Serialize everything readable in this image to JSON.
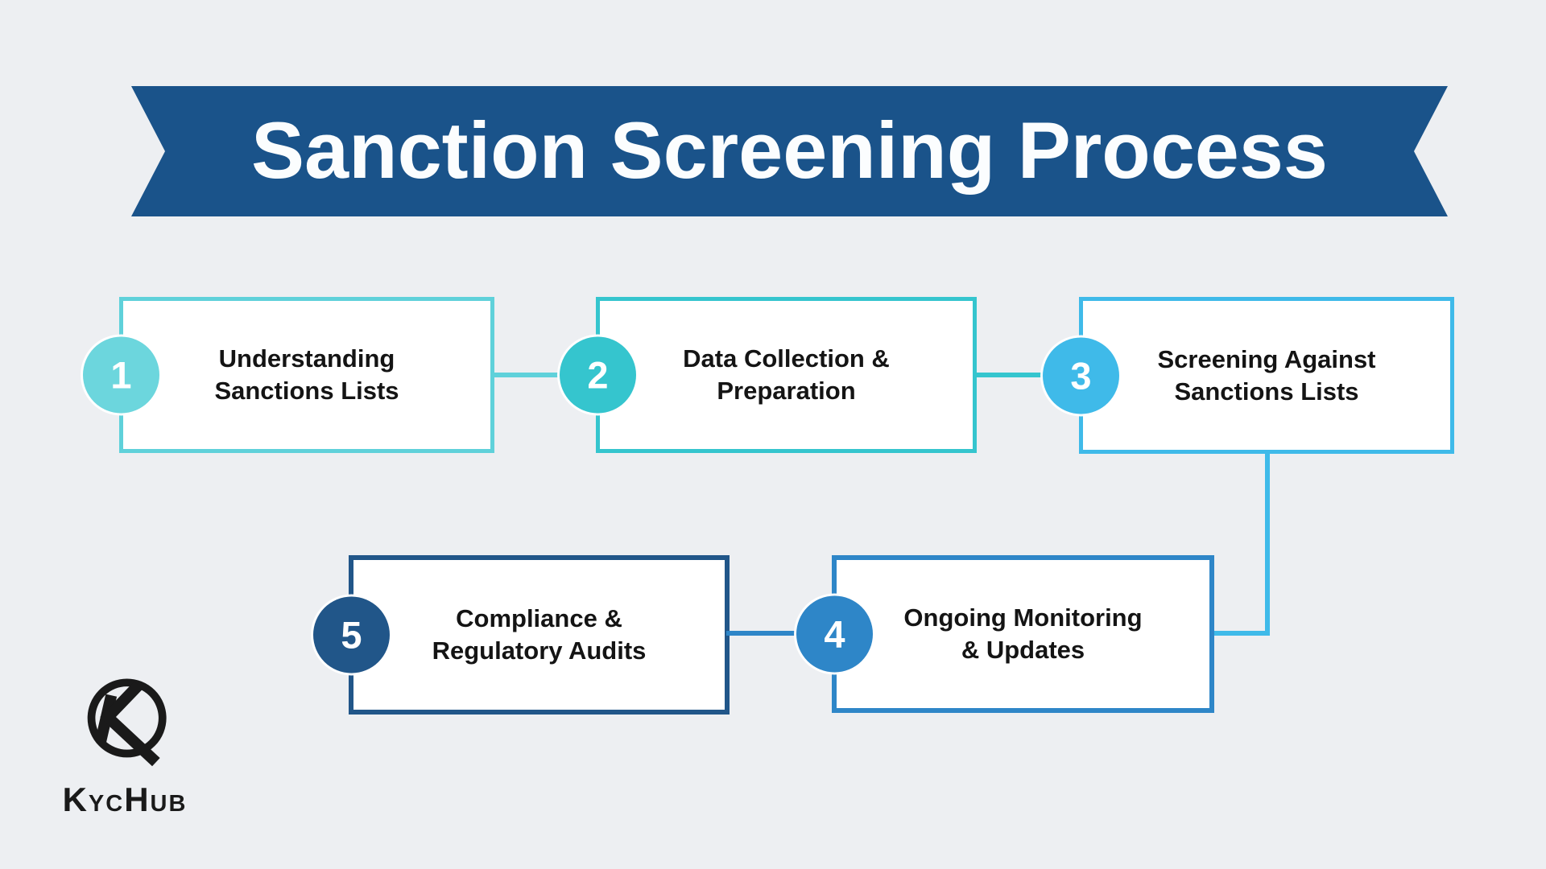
{
  "title": {
    "text": "Sanction Screening Process"
  },
  "steps": [
    {
      "number": "1",
      "line1": "Understanding",
      "line2": "Sanctions Lists",
      "color": "#5FD1DA",
      "circle_color": "#6CD6DD"
    },
    {
      "number": "2",
      "line1": "Data Collection &",
      "line2": "Preparation",
      "color": "#35C5CE",
      "circle_color": "#35C5CE"
    },
    {
      "number": "3",
      "line1": "Screening Against",
      "line2": "Sanctions Lists",
      "color": "#3FBAE9",
      "circle_color": "#3FBAE9"
    },
    {
      "number": "4",
      "line1": "Ongoing Monitoring",
      "line2": "& Updates",
      "color": "#2E86C8",
      "circle_color": "#2E86C8"
    },
    {
      "number": "5",
      "line1": "Compliance &",
      "line2": "Regulatory Audits",
      "color": "#215689",
      "circle_color": "#215689"
    }
  ],
  "connectors": [
    {
      "from": "1",
      "to": "2",
      "color": "#5FD1DA"
    },
    {
      "from": "2",
      "to": "3",
      "color": "#35C5CE"
    },
    {
      "from": "3",
      "to": "4",
      "color": "#3FBAE9"
    },
    {
      "from": "5",
      "to": "4",
      "color": "#2E86C8"
    }
  ],
  "logo": {
    "brand": "KycHub"
  },
  "colors": {
    "background": "#EDEFF2",
    "banner": "#1A538A",
    "banner_text": "#FBFDFE",
    "box_text": "#141414",
    "box_fill": "#FFFFFF",
    "logo_ink": "#1A1A1A"
  }
}
